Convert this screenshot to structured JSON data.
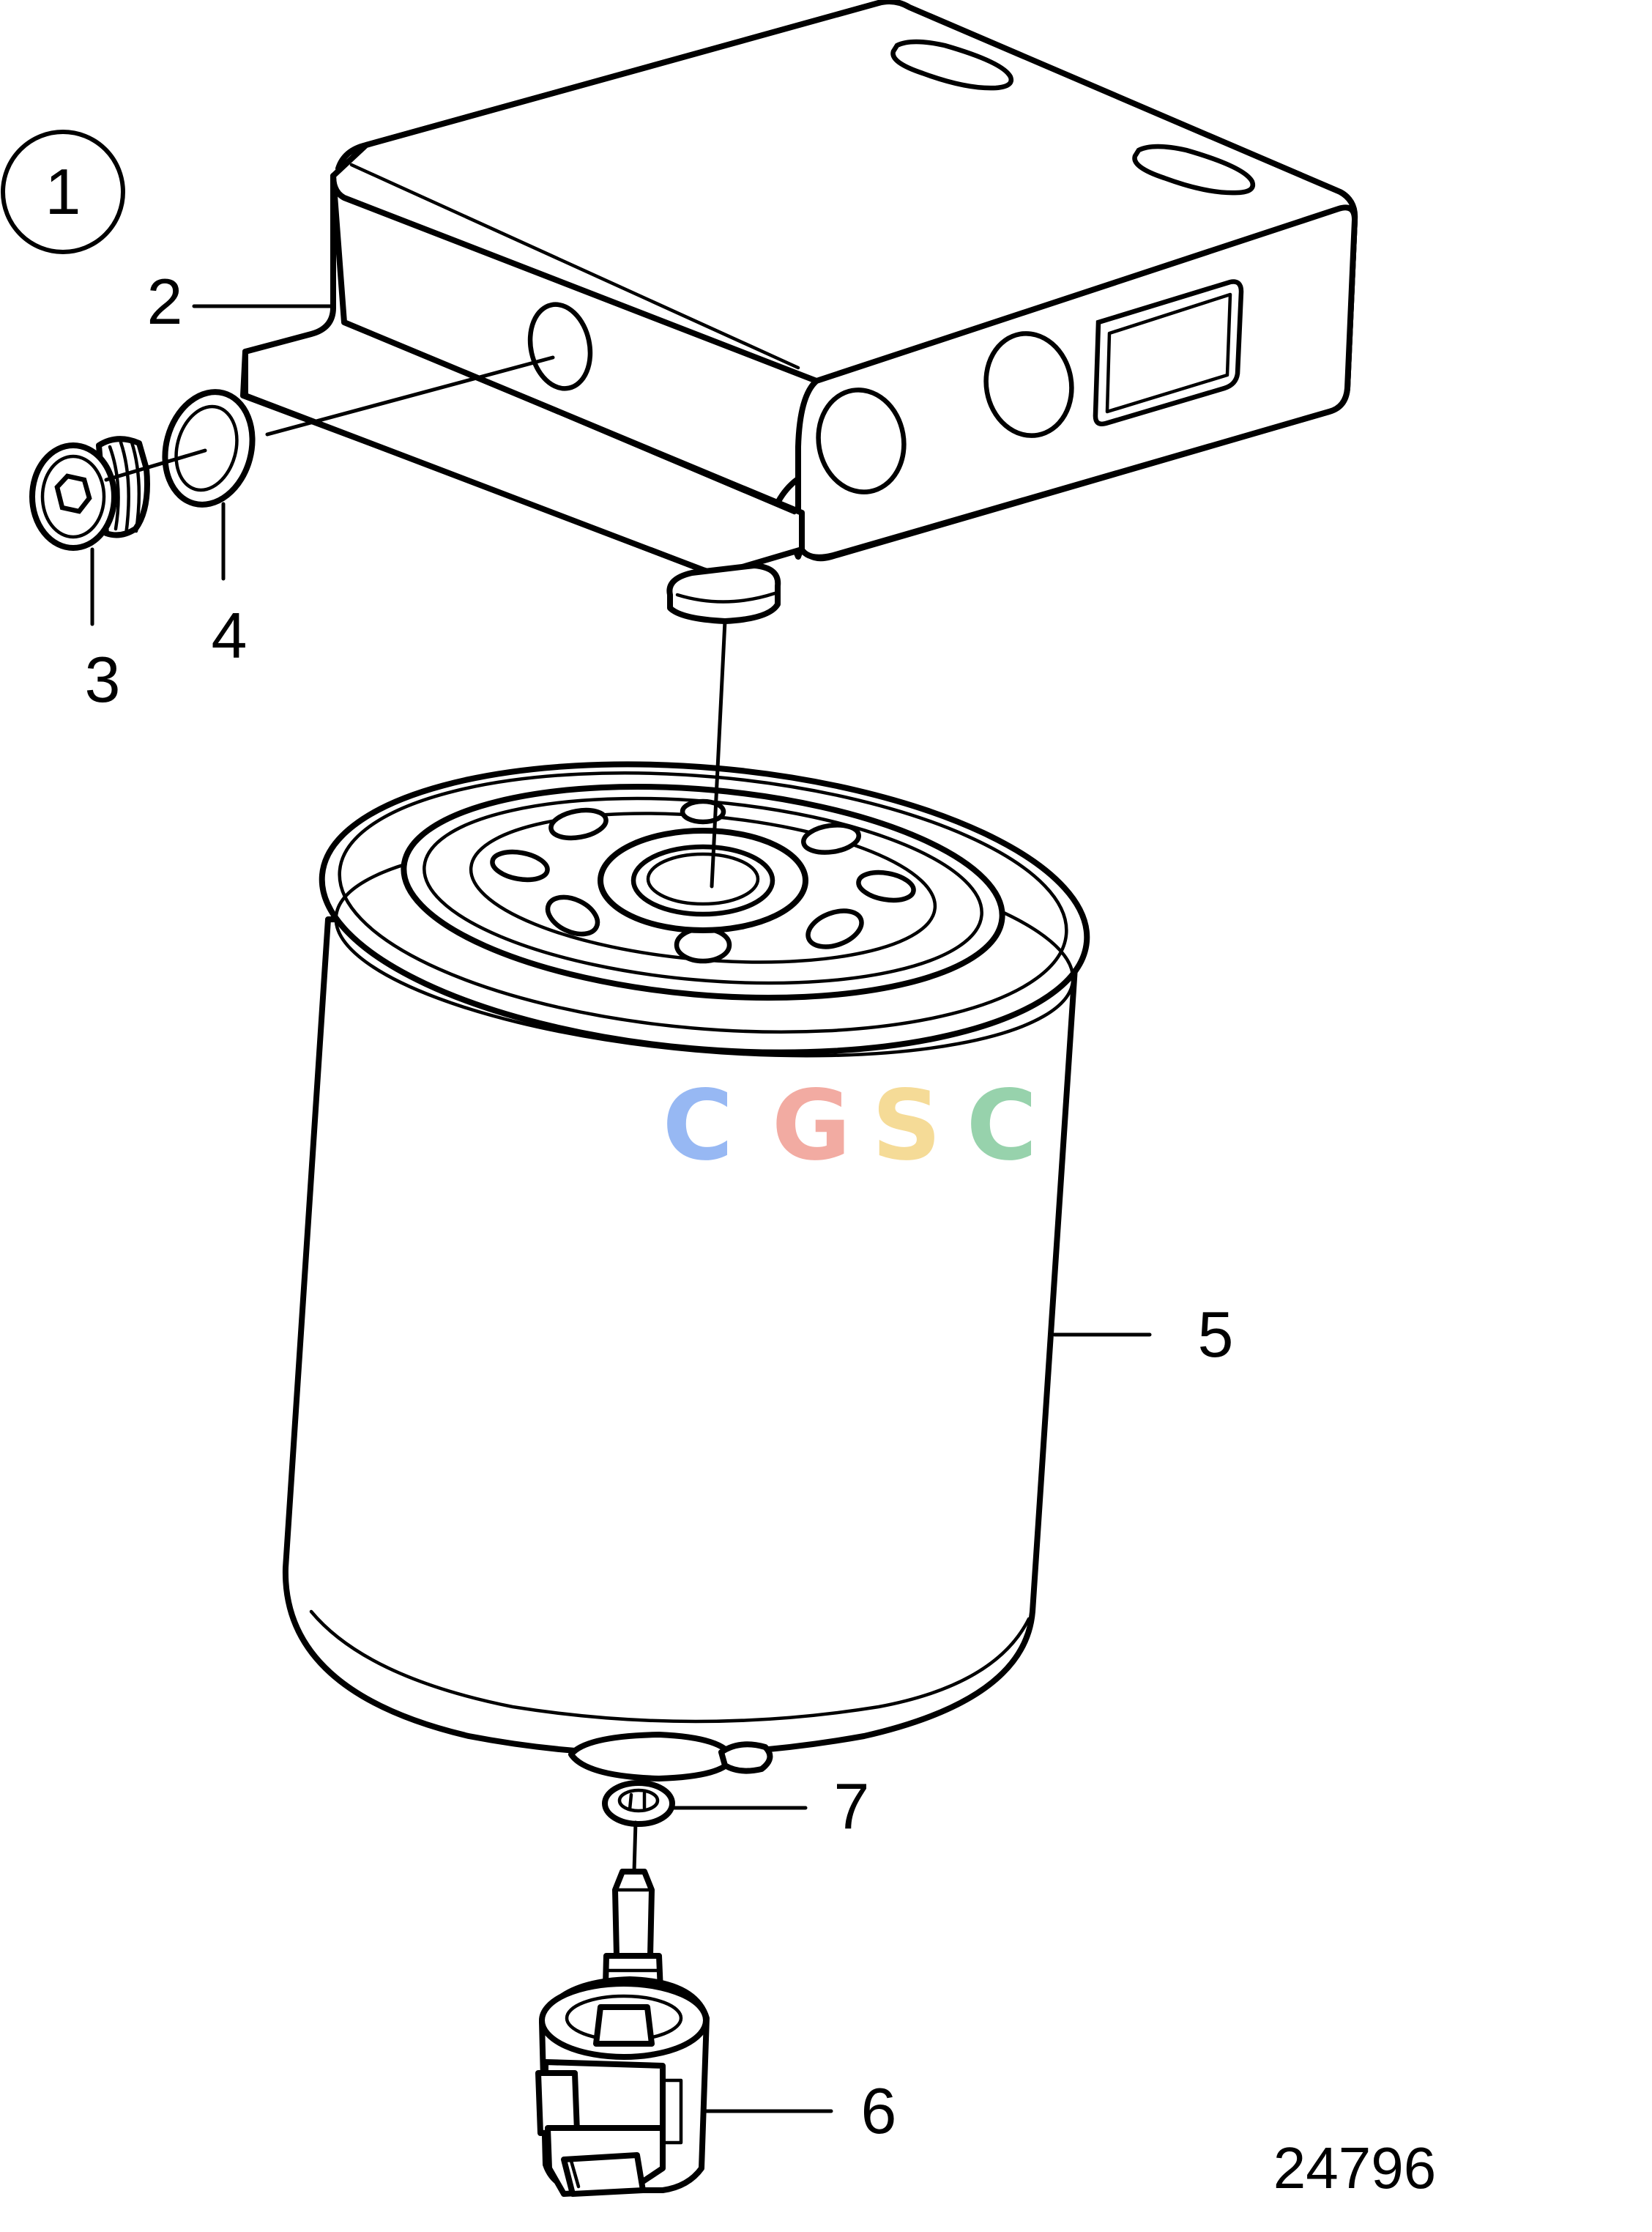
{
  "figure": {
    "group_number": "1",
    "drawing_number": "24796",
    "callouts": {
      "c2": "2",
      "c3": "3",
      "c4": "4",
      "c5": "5",
      "c6": "6",
      "c7": "7"
    },
    "watermark": {
      "letters": [
        "C",
        "G",
        "S",
        "C"
      ],
      "colors": [
        "#8fb2f2",
        "#f1a49b",
        "#f5d88f",
        "#8fcfa6"
      ]
    }
  }
}
